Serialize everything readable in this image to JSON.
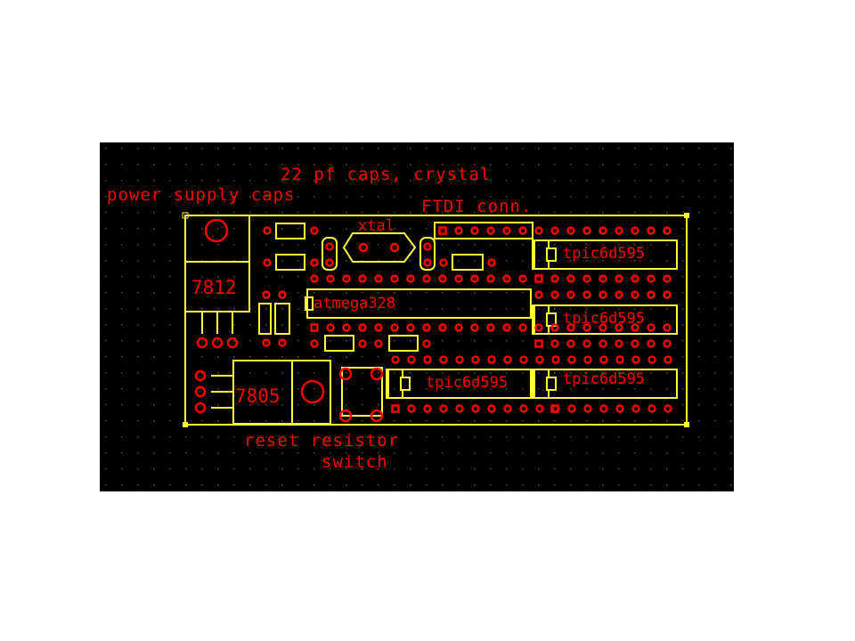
{
  "labels": {
    "caps22": "22 pf caps, crystal",
    "power_caps": "power supply caps",
    "ftdi": "FTDI conn.",
    "xtal": "xtal",
    "reg_7812": "7812",
    "mcu": "atmega328",
    "reg_7805": "7805",
    "shift1": "tpic6d595",
    "shift2": "tpic6d595",
    "shift3": "tpic6d595",
    "shift4": "tpic6d595",
    "reset_resistor": "reset resistor",
    "switch": "switch"
  },
  "colors": {
    "board": "#000000",
    "silkscreen": "#ffff33",
    "copper": "#ff0000",
    "grid": "#555555",
    "page": "#ffffff"
  }
}
